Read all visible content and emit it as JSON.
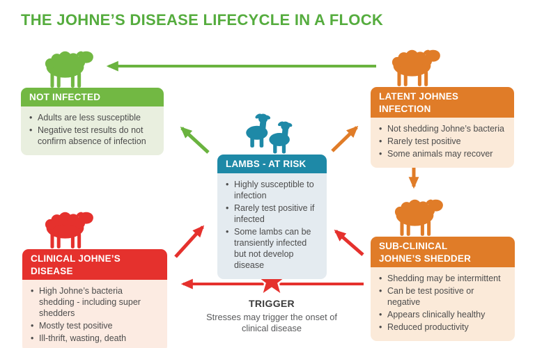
{
  "title": "THE JOHNE’S DISEASE LIFECYCLE IN A FLOCK",
  "palette": {
    "title_green": "#55ac3e",
    "green": "#72b843",
    "green_arrow": "#6ab33f",
    "green_light": "#e9efdf",
    "orange": "#e07c28",
    "orange_light": "#fbead9",
    "teal": "#1e89a7",
    "teal_light": "#e4ebf0",
    "red": "#e5312d",
    "red_light": "#fcebe2",
    "text_dark": "#4c4c4c"
  },
  "nodes": {
    "not_infected": {
      "label": "NOT INFECTED",
      "icon": "sheep-icon",
      "icon_color": "#72b843",
      "bullets": [
        "Adults are less susceptible",
        "Negative test results do not confirm absence of infection"
      ]
    },
    "latent": {
      "label": "LATENT JOHNES INFECTION",
      "icon": "sheep-icon",
      "icon_color": "#e07c28",
      "bullets": [
        "Not shedding Johne’s bacteria",
        "Rarely test positive",
        "Some animals may recover"
      ]
    },
    "lambs": {
      "label": "LAMBS - AT RISK",
      "icon": "lambs-icon",
      "icon_color": "#1e89a7",
      "bullets": [
        "Highly susceptible to infection",
        "Rarely test positive if infected",
        "Some lambs can be transiently infected but not develop disease"
      ]
    },
    "subclinical": {
      "label": "SUB-CLINICAL\nJOHNE’S SHEDDER",
      "icon": "sheep-icon",
      "icon_color": "#e07c28",
      "bullets": [
        "Shedding may be intermittent",
        "Can be test positive or negative",
        "Appears clinically healthy",
        "Reduced productivity"
      ]
    },
    "clinical": {
      "label": "CLINICAL JOHNE’S DISEASE",
      "icon": "sheep-icon",
      "icon_color": "#e5312d",
      "bullets": [
        "High Johne’s bacteria shedding - including super shedders",
        "Mostly test positive",
        "Ill-thrift, wasting, death"
      ]
    }
  },
  "trigger": {
    "label": "TRIGGER",
    "description": "Stresses may trigger the onset of clinical disease",
    "icon": "star-icon",
    "color": "#e5312d"
  },
  "arrows": [
    {
      "name": "latent-to-not-infected",
      "color": "green"
    },
    {
      "name": "lambs-to-not-infected",
      "color": "green"
    },
    {
      "name": "lambs-to-latent",
      "color": "orange"
    },
    {
      "name": "latent-to-subclinical",
      "color": "orange"
    },
    {
      "name": "subclinical-to-lambs",
      "color": "red"
    },
    {
      "name": "clinical-to-lambs",
      "color": "red"
    },
    {
      "name": "subclinical-to-clinical-via-trigger",
      "color": "red"
    }
  ]
}
